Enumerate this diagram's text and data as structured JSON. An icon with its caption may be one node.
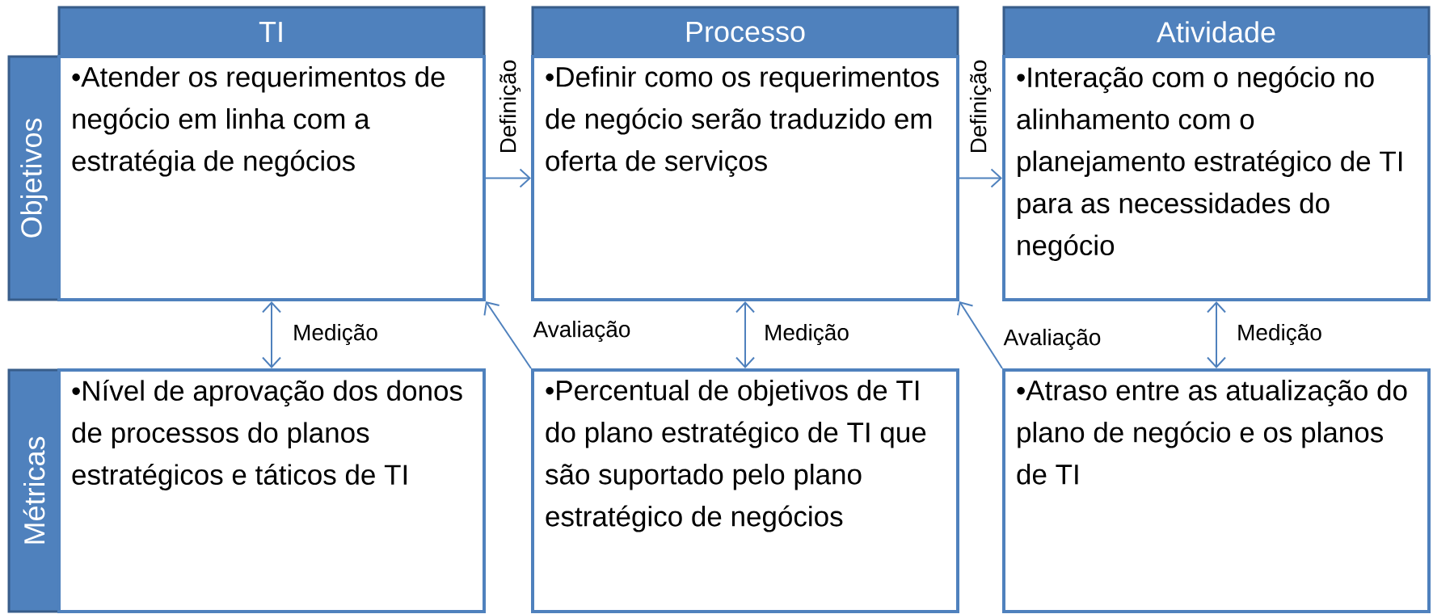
{
  "diagram": {
    "nodes": [
      {
        "text": [
          "TI"
        ]
      },
      {
        "text": [
          "Processo"
        ]
      },
      {
        "text": [
          "Atividade"
        ]
      },
      {
        "text": [
          "Objetivos"
        ]
      },
      {
        "text": [
          "Métricas"
        ]
      },
      {
        "text": [
          "•Atender os requerimentos de negócio em linha com a estratégia de negócios"
        ]
      },
      {
        "text": [
          "•Definir como os requerimentos de negócio serão traduzido em oferta de serviços"
        ]
      },
      {
        "text": [
          "•Interação com o negócio no alinhamento com o planejamento estratégico de TI para as necessidades do negócio"
        ]
      },
      {
        "text": [
          "•Nível de aprovação dos donos de processos do planos estratégicos e táticos de TI"
        ]
      },
      {
        "text": [
          "•Percentual de objetivos de TI do plano estratégico de TI que são suportado pelo plano estratégico de negócios"
        ]
      },
      {
        "text": [
          "•Atraso entre as atualização do plano de negócio e os planos de TI"
        ]
      }
    ],
    "edges": [
      {
        "from": 5,
        "to": 6,
        "arrow": "to",
        "label": "Definição"
      },
      {
        "from": 6,
        "to": 7,
        "arrow": "to",
        "label": "Definição"
      },
      {
        "from": 5,
        "to": 8,
        "arrow": "both",
        "label": "Medição"
      },
      {
        "from": 6,
        "to": 9,
        "arrow": "both",
        "label": "Medição"
      },
      {
        "from": 7,
        "to": 10,
        "arrow": "both",
        "label": "Medição"
      },
      {
        "from": 9,
        "to": 5,
        "arrow": "to",
        "label": "Avaliação"
      },
      {
        "from": 10,
        "to": 6,
        "arrow": "to",
        "label": "Avaliação"
      }
    ]
  }
}
